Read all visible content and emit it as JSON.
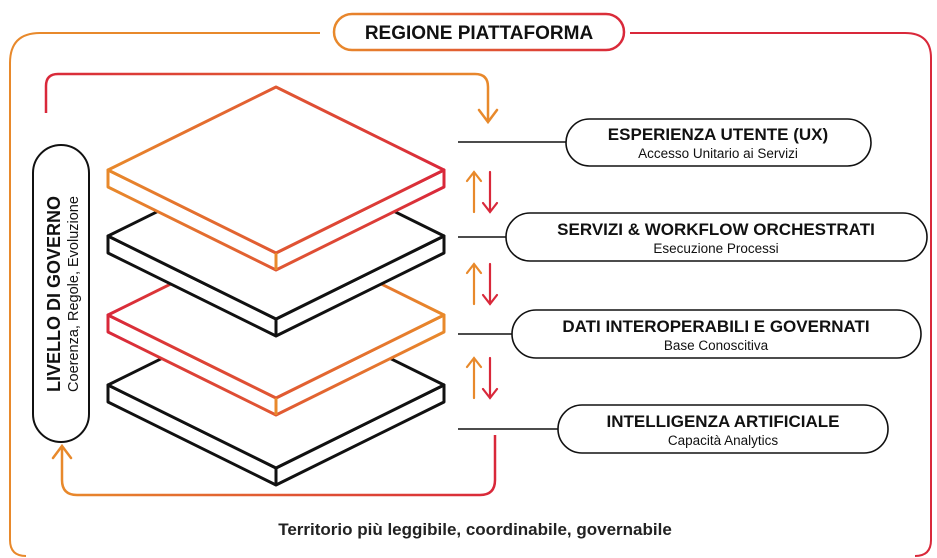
{
  "title": "REGIONE PIATTAFORMA",
  "governance": {
    "title": "LIVELLO DI GOVERNO",
    "subtitle": "Coerenza, Regole, Evoluzione"
  },
  "layers": [
    {
      "title": "ESPERIENZA UTENTE (UX)",
      "subtitle": "Accesso Unitario ai Servizi"
    },
    {
      "title": "SERVIZI & WORKFLOW ORCHESTRATI",
      "subtitle": "Esecuzione Processi"
    },
    {
      "title": "DATI INTEROPERABILI E GOVERNATI",
      "subtitle": "Base Conoscitiva"
    },
    {
      "title": "INTELLIGENZA ARTIFICIALE",
      "subtitle": "Capacità Analytics"
    }
  ],
  "footer": "Territorio più leggibile, coordinabile, governabile",
  "colors": {
    "orange": "#E8892B",
    "red": "#D9283A",
    "black": "#111111"
  }
}
